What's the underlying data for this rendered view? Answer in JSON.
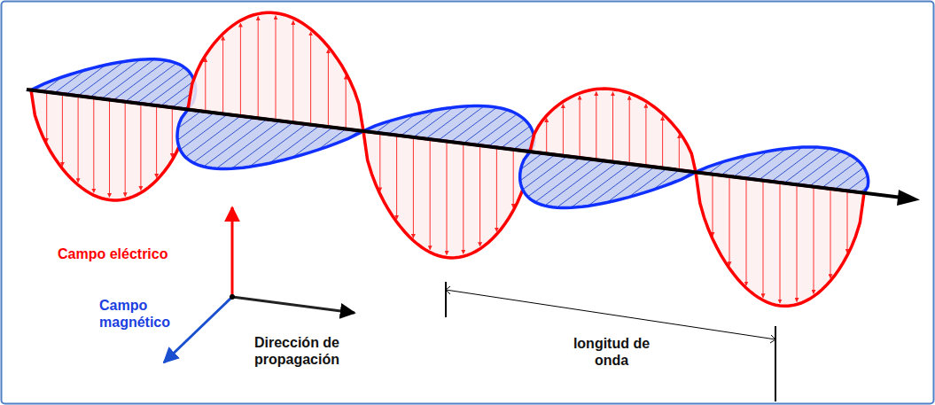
{
  "diagram": {
    "labels": [
      "Campo eléctrico",
      "Campo magnético",
      "Dirección de propagación",
      "longitud de onda"
    ]
  }
}
